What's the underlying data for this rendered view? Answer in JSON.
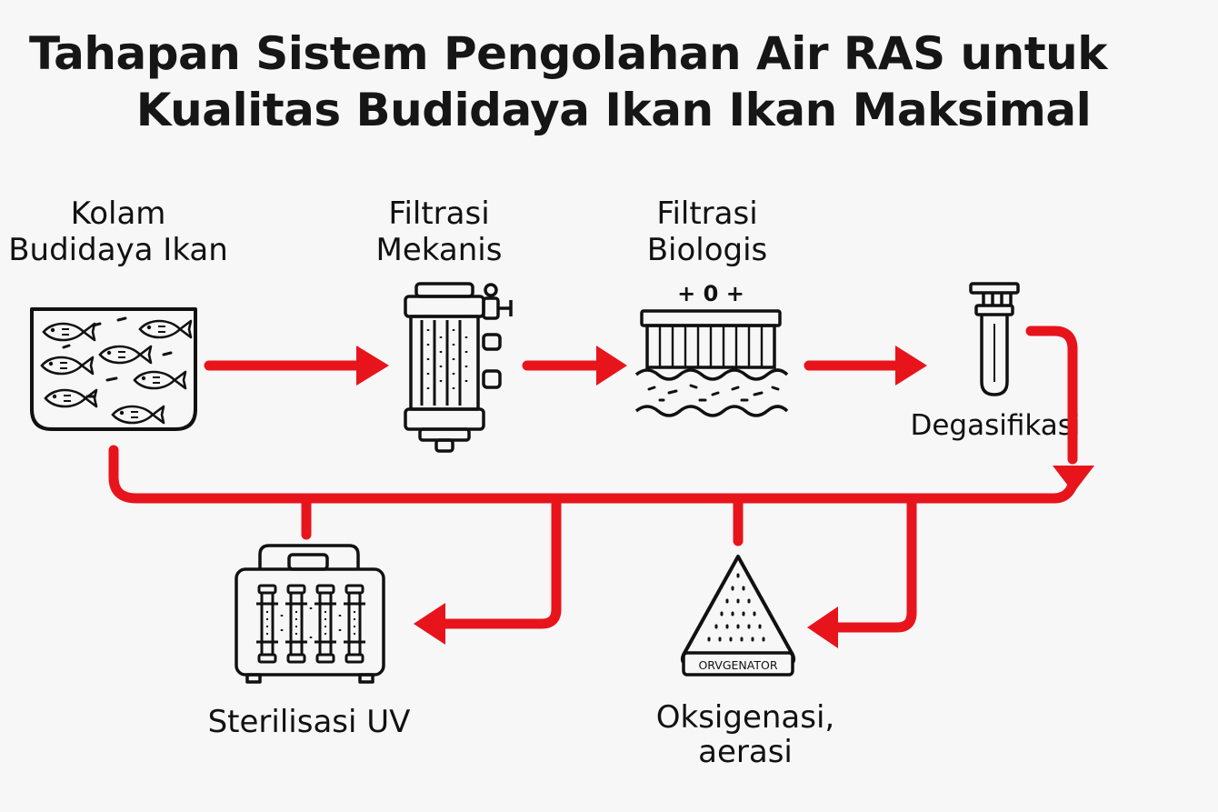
{
  "title": {
    "line1": "Tahapan Sistem Pengolahan Air RAS untuk",
    "line2": "Kualitas Budidaya Ikan Ikan Maksimal"
  },
  "nodes": {
    "pond": {
      "line1": "Kolam",
      "line2": "Budidaya Ikan"
    },
    "mechanical": {
      "line1": "Filtrasi",
      "line2": "Mekanis"
    },
    "biological": {
      "line1": "Filtrasi",
      "line2": "Biologis",
      "symbol": "+ 0 +"
    },
    "degassing": {
      "label": "Degasifikasi"
    },
    "uv": {
      "label": "Sterilisasi UV"
    },
    "oxygen": {
      "line1": "Oksigenasi,",
      "line2": "aerasi",
      "device_label": "ORVGENATOR"
    }
  },
  "colors": {
    "arrow": "#e8141c",
    "ink": "#111111",
    "background": "#f7f7f7"
  }
}
